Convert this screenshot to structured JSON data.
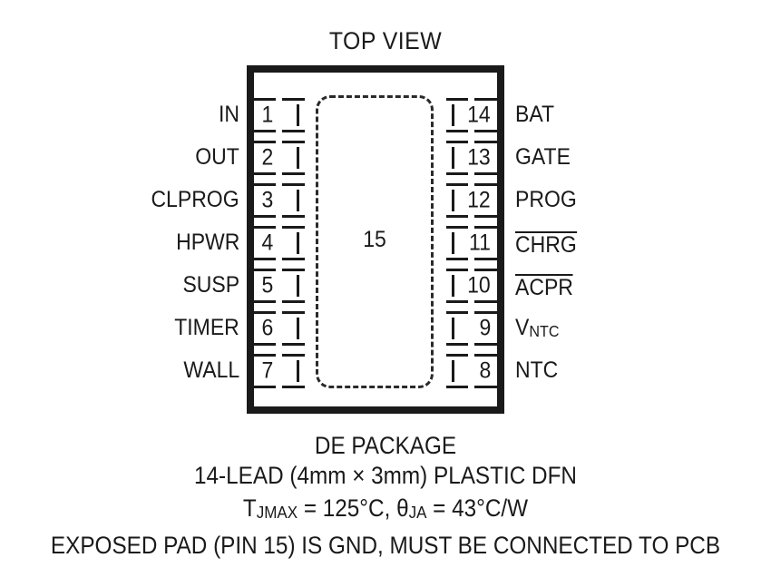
{
  "diagram": {
    "title": "TOP VIEW",
    "exposed_pad_number": "15",
    "package_outline_color": "#1a1a1a"
  },
  "pins": {
    "left": [
      {
        "number": "1",
        "label": "IN",
        "overline": false
      },
      {
        "number": "2",
        "label": "OUT",
        "overline": false
      },
      {
        "number": "3",
        "label": "CLPROG",
        "overline": false
      },
      {
        "number": "4",
        "label": "HPWR",
        "overline": false
      },
      {
        "number": "5",
        "label": "SUSP",
        "overline": false
      },
      {
        "number": "6",
        "label": "TIMER",
        "overline": false
      },
      {
        "number": "7",
        "label": "WALL",
        "overline": false
      }
    ],
    "right": [
      {
        "number": "14",
        "label": "BAT",
        "overline": false
      },
      {
        "number": "13",
        "label": "GATE",
        "overline": false
      },
      {
        "number": "12",
        "label": "PROG",
        "overline": false
      },
      {
        "number": "11",
        "label": "CHRG",
        "overline": true
      },
      {
        "number": "10",
        "label": "ACPR",
        "overline": true
      },
      {
        "number": "9",
        "label": "V",
        "sub": "NTC",
        "overline": false
      },
      {
        "number": "8",
        "label": "NTC",
        "overline": false
      }
    ]
  },
  "caption": {
    "line1": "DE PACKAGE",
    "line2": "14-LEAD (4mm × 3mm) PLASTIC DFN",
    "line3_prefix": "T",
    "line3_sub1": "JMAX",
    "line3_mid": " = 125°C, θ",
    "line3_sub2": "JA",
    "line3_suffix": " = 43°C/W",
    "line4": "EXPOSED PAD (PIN 15) IS GND, MUST BE CONNECTED TO PCB"
  }
}
